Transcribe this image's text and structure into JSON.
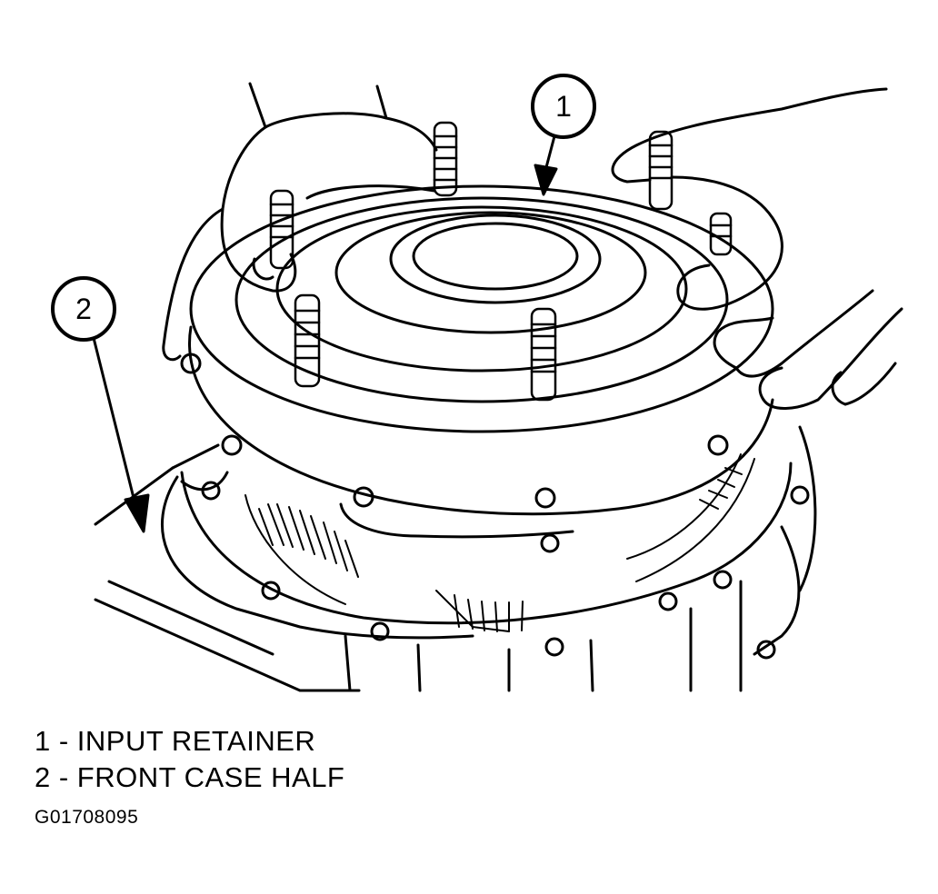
{
  "callouts": [
    {
      "number": "1"
    },
    {
      "number": "2"
    }
  ],
  "legend": [
    {
      "text": "1 - INPUT RETAINER"
    },
    {
      "text": "2 - FRONT CASE HALF"
    }
  ],
  "figure_id": "G01708095"
}
